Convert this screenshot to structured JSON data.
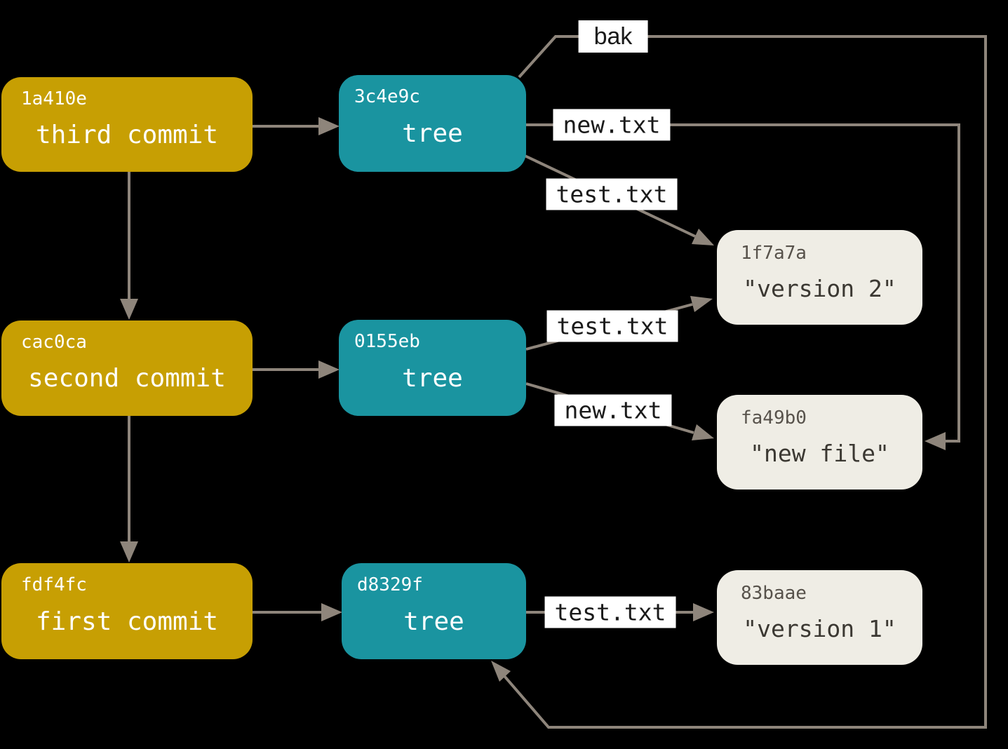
{
  "diagram": {
    "kind": "git-object-model",
    "colors": {
      "background": "#000000",
      "commit_fill": "#C79F03",
      "tree_fill": "#1A94A0",
      "blob_fill": "#EFEDE5",
      "edge_color": "#8E857B",
      "label_bg": "#FFFFFF",
      "label_text": "#1A1A1A",
      "node_text": "#FFFFFF",
      "blob_hash_text": "#57524B",
      "blob_body_text": "#3B3832"
    },
    "nodes": {
      "commit_third": {
        "hash": "1a410e",
        "label": "third commit"
      },
      "commit_second": {
        "hash": "cac0ca",
        "label": "second commit"
      },
      "commit_first": {
        "hash": "fdf4fc",
        "label": "first commit"
      },
      "tree_third": {
        "hash": "3c4e9c",
        "label": "tree"
      },
      "tree_second": {
        "hash": "0155eb",
        "label": "tree"
      },
      "tree_first": {
        "hash": "d8329f",
        "label": "tree"
      },
      "blob_version2": {
        "hash": "1f7a7a",
        "label": "\"version 2\""
      },
      "blob_newfile": {
        "hash": "fa49b0",
        "label": "\"new file\""
      },
      "blob_version1": {
        "hash": "83baae",
        "label": "\"version 1\""
      }
    },
    "edges": [
      {
        "from": "commit_third",
        "to": "tree_third",
        "label": ""
      },
      {
        "from": "commit_third",
        "to": "commit_second",
        "label": ""
      },
      {
        "from": "commit_second",
        "to": "tree_second",
        "label": ""
      },
      {
        "from": "commit_second",
        "to": "commit_first",
        "label": ""
      },
      {
        "from": "commit_first",
        "to": "tree_first",
        "label": ""
      },
      {
        "from": "tree_third",
        "to": "tree_first",
        "label": "bak"
      },
      {
        "from": "tree_third",
        "to": "blob_newfile",
        "label": "new.txt"
      },
      {
        "from": "tree_third",
        "to": "blob_version2",
        "label": "test.txt"
      },
      {
        "from": "tree_second",
        "to": "blob_version2",
        "label": "test.txt"
      },
      {
        "from": "tree_second",
        "to": "blob_newfile",
        "label": "new.txt"
      },
      {
        "from": "tree_first",
        "to": "blob_version1",
        "label": "test.txt"
      }
    ]
  }
}
